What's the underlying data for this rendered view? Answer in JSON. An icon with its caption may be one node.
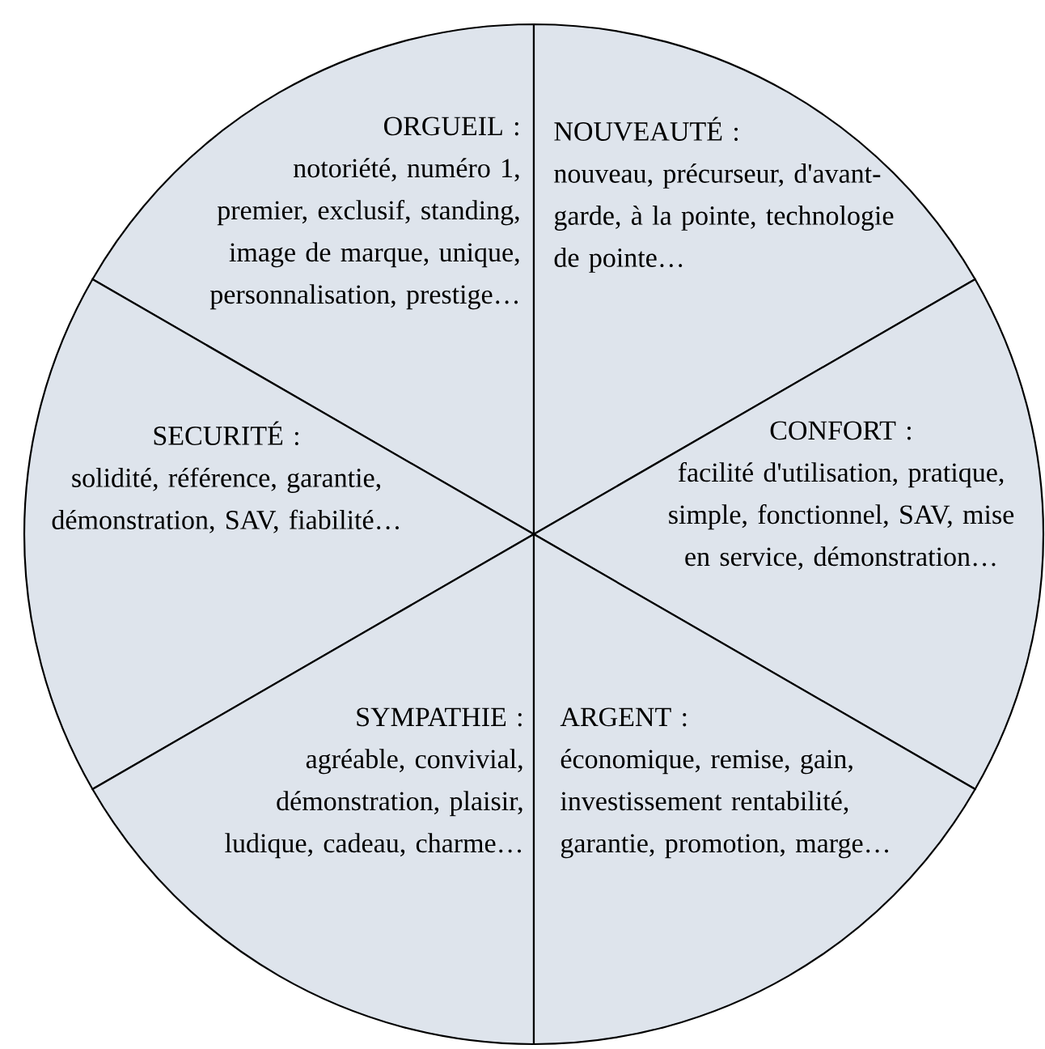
{
  "diagram": {
    "nodes": [
      {
        "text": [
          "ORGUEIL :",
          "notoriété, numéro 1, premier, exclusif, standing, image de marque, unique, personnalisation, prestige…"
        ]
      },
      {
        "text": [
          "NOUVEAUTÉ :",
          "nouveau, précurseur, d'avant-garde, à la pointe, technologie de pointe…"
        ]
      },
      {
        "text": [
          "SECURITÉ :",
          "solidité, référence, garantie, démonstration, SAV, fiabilité…"
        ]
      },
      {
        "text": [
          "CONFORT :",
          "facilité d'utilisation, pratique, simple, fonctionnel, SAV, mise en service, démonstration…"
        ]
      },
      {
        "text": [
          "SYMPATHIE :",
          "agréable, convivial, démonstration, plaisir, ludique, cadeau, charme…"
        ]
      },
      {
        "text": [
          "ARGENT :",
          "économique, remise, gain, investissement rentabilité, garantie, promotion, marge…"
        ]
      }
    ]
  }
}
